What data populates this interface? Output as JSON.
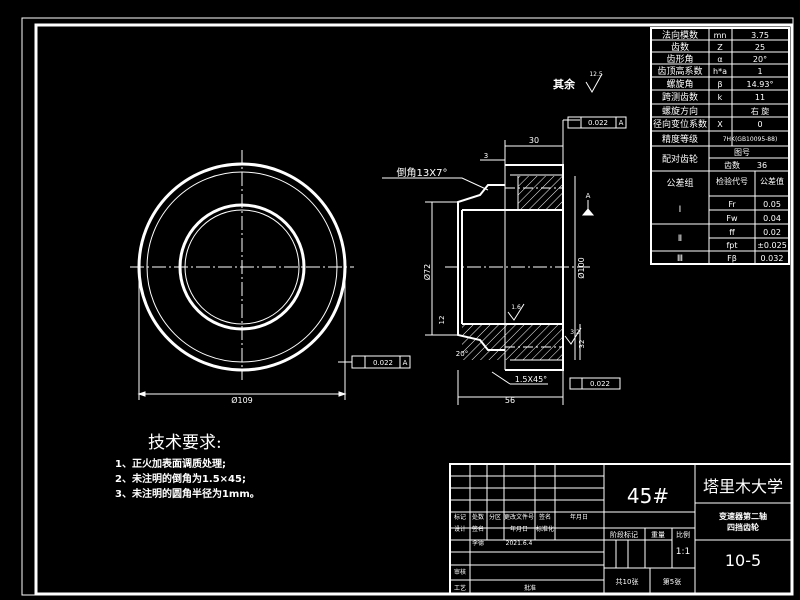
{
  "params": {
    "rows": [
      {
        "name": "法向模数",
        "sym": "mn",
        "val": "3.75"
      },
      {
        "name": "齿数",
        "sym": "Z",
        "val": "25"
      },
      {
        "name": "齿形角",
        "sym": "α",
        "val": "20°"
      },
      {
        "name": "齿顶高系数",
        "sym": "h*a",
        "val": "1"
      },
      {
        "name": "螺旋角",
        "sym": "β",
        "val": "14.93°"
      },
      {
        "name": "跨测齿数",
        "sym": "k",
        "val": "11"
      },
      {
        "name": "螺旋方向",
        "sym": "",
        "val": "右 旋"
      },
      {
        "name": "径向变位系数",
        "sym": "X",
        "val": "0"
      }
    ],
    "precision_label": "精度等级",
    "precision_val": "7HK(GB10095-88)",
    "mating_label": "配对齿轮",
    "mating_drawing_label": "图号",
    "mating_teeth_label": "齿数",
    "mating_teeth_val": "36",
    "tolerance_group_label": "公差组",
    "inspect_label": "检验代号",
    "tolerance_label": "公差值",
    "group_I": "Ⅰ",
    "group_II": "Ⅱ",
    "group_III": "Ⅲ",
    "tol_rows": [
      {
        "sym": "Fr",
        "val": "0.05"
      },
      {
        "sym": "Fw",
        "val": "0.04"
      },
      {
        "sym": "ff",
        "val": "0.02"
      },
      {
        "sym": "fpt",
        "val": "±0.025"
      },
      {
        "sym": "Fβ",
        "val": "0.032"
      }
    ]
  },
  "drawing": {
    "rest_label": "其余",
    "roughness_rest": "12.5",
    "chamfer_note": "倒角13X7°",
    "dim_outer": "Ø109",
    "dim_width": "30",
    "dim_small": "3",
    "dim_bore": "Ø72",
    "dim_pitch": "Ø100",
    "dim_hub": "12",
    "dim_32": "32",
    "dim_total": "56",
    "dim_angle": "20°",
    "dim_chamfer": "1.5X45°",
    "roughness_16": "1.6",
    "roughness_32": "3.2",
    "runout_1": "0.022",
    "runout_2": "0.022",
    "runout_3": "0.022",
    "datum": "A"
  },
  "tech": {
    "title": "技术要求:",
    "items": [
      "1、正火加表面调质处理;",
      "2、未注明的倒角为1.5×45;",
      "3、未注明的圆角半径为1mm。"
    ]
  },
  "titleblock": {
    "material": "45#",
    "school": "塔里木大学",
    "part_name_1": "变速器第二轴",
    "part_name_2": "四挡齿轮",
    "drawing_no": "10-5",
    "scale": "1:1",
    "sheets": "共10张",
    "sheet_no": "第5张",
    "stage_label": "阶段标记",
    "weight_label": "重量",
    "scale_label": "比例",
    "col_mark": "标记",
    "col_count": "处数",
    "col_zone": "分区",
    "col_docno": "更改文件号",
    "col_sign": "签名",
    "col_date": "年月日",
    "design_label": "设计",
    "design_name": "李德",
    "design_date": "2021.6.4",
    "standard_label": "标准化",
    "review_label": "审核",
    "process_label": "工艺",
    "approve_label": "批准"
  }
}
